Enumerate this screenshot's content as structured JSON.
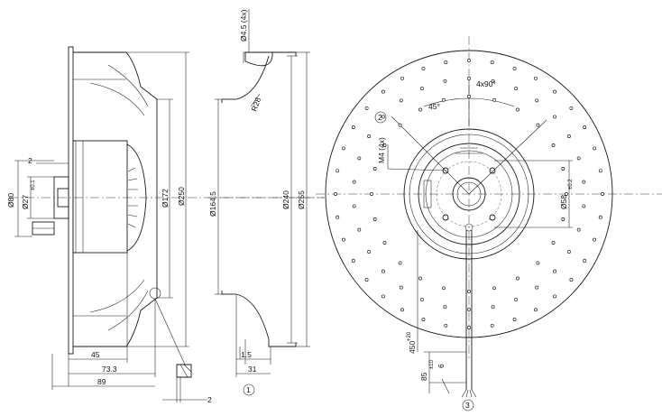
{
  "dimensions": {
    "d80": "Ø80",
    "d27": "Ø27",
    "d27_tol": "±0.1",
    "w2_left": "2",
    "d172": "Ø172",
    "d250": "Ø250",
    "w45": "45",
    "w73_3": "73.3",
    "w89": "89",
    "w2_bottom": "2",
    "d4_5": "Ø4.5 (4x)",
    "r28": "R28",
    "d164_5": "Ø164.5",
    "d240": "Ø240",
    "d255": "Ø255",
    "w1_5": "1.5",
    "w31": "31",
    "angle_4x90": "4x90°",
    "angle_45": "45°",
    "m4": "M4 (4x)",
    "d58": "Ø58",
    "d58_tol": "±0.2",
    "l450": "450",
    "l450_tol": "+20",
    "l85": "85",
    "l85_tol": "±10",
    "l6": "6"
  },
  "callouts": {
    "c1": "1",
    "c2": "2",
    "c3": "3"
  }
}
